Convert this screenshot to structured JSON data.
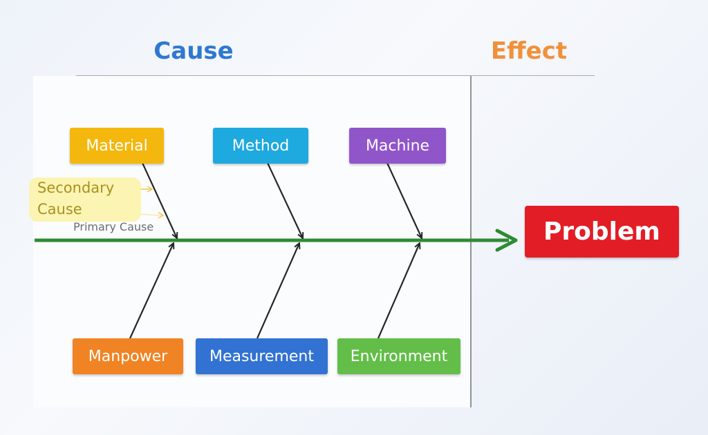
{
  "headings": {
    "cause": "Cause",
    "effect": "Effect"
  },
  "causes": {
    "material": "Material",
    "method": "Method",
    "machine": "Machine",
    "manpower": "Manpower",
    "measurement": "Measurement",
    "environment": "Environment"
  },
  "effect_label": "Problem",
  "annotations": {
    "secondary_cause": "Secondary Cause",
    "primary_cause": "Primary Cause"
  },
  "colors": {
    "cause_heading": "#2f78d0",
    "effect_heading": "#f0913a",
    "spine": "#2e8b34",
    "material": "#f4b70d",
    "method": "#1ea9df",
    "machine": "#8f55c9",
    "manpower": "#f08323",
    "measurement": "#3272d2",
    "environment": "#62be48",
    "problem": "#e31d26",
    "secondary_cause_text": "#a8911f",
    "secondary_cause_bg": "#fbf4b3",
    "bone": "#262626"
  }
}
